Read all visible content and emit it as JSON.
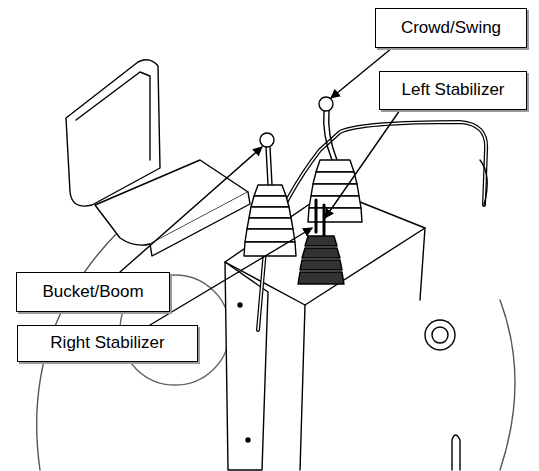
{
  "diagram": {
    "nodes": [
      {
        "text": [
          "Crowd/Swing"
        ]
      },
      {
        "text": [
          "Left Stabilizer"
        ]
      },
      {
        "text": [
          "Bucket/Boom"
        ]
      },
      {
        "text": [
          "Right Stabilizer"
        ]
      }
    ]
  }
}
